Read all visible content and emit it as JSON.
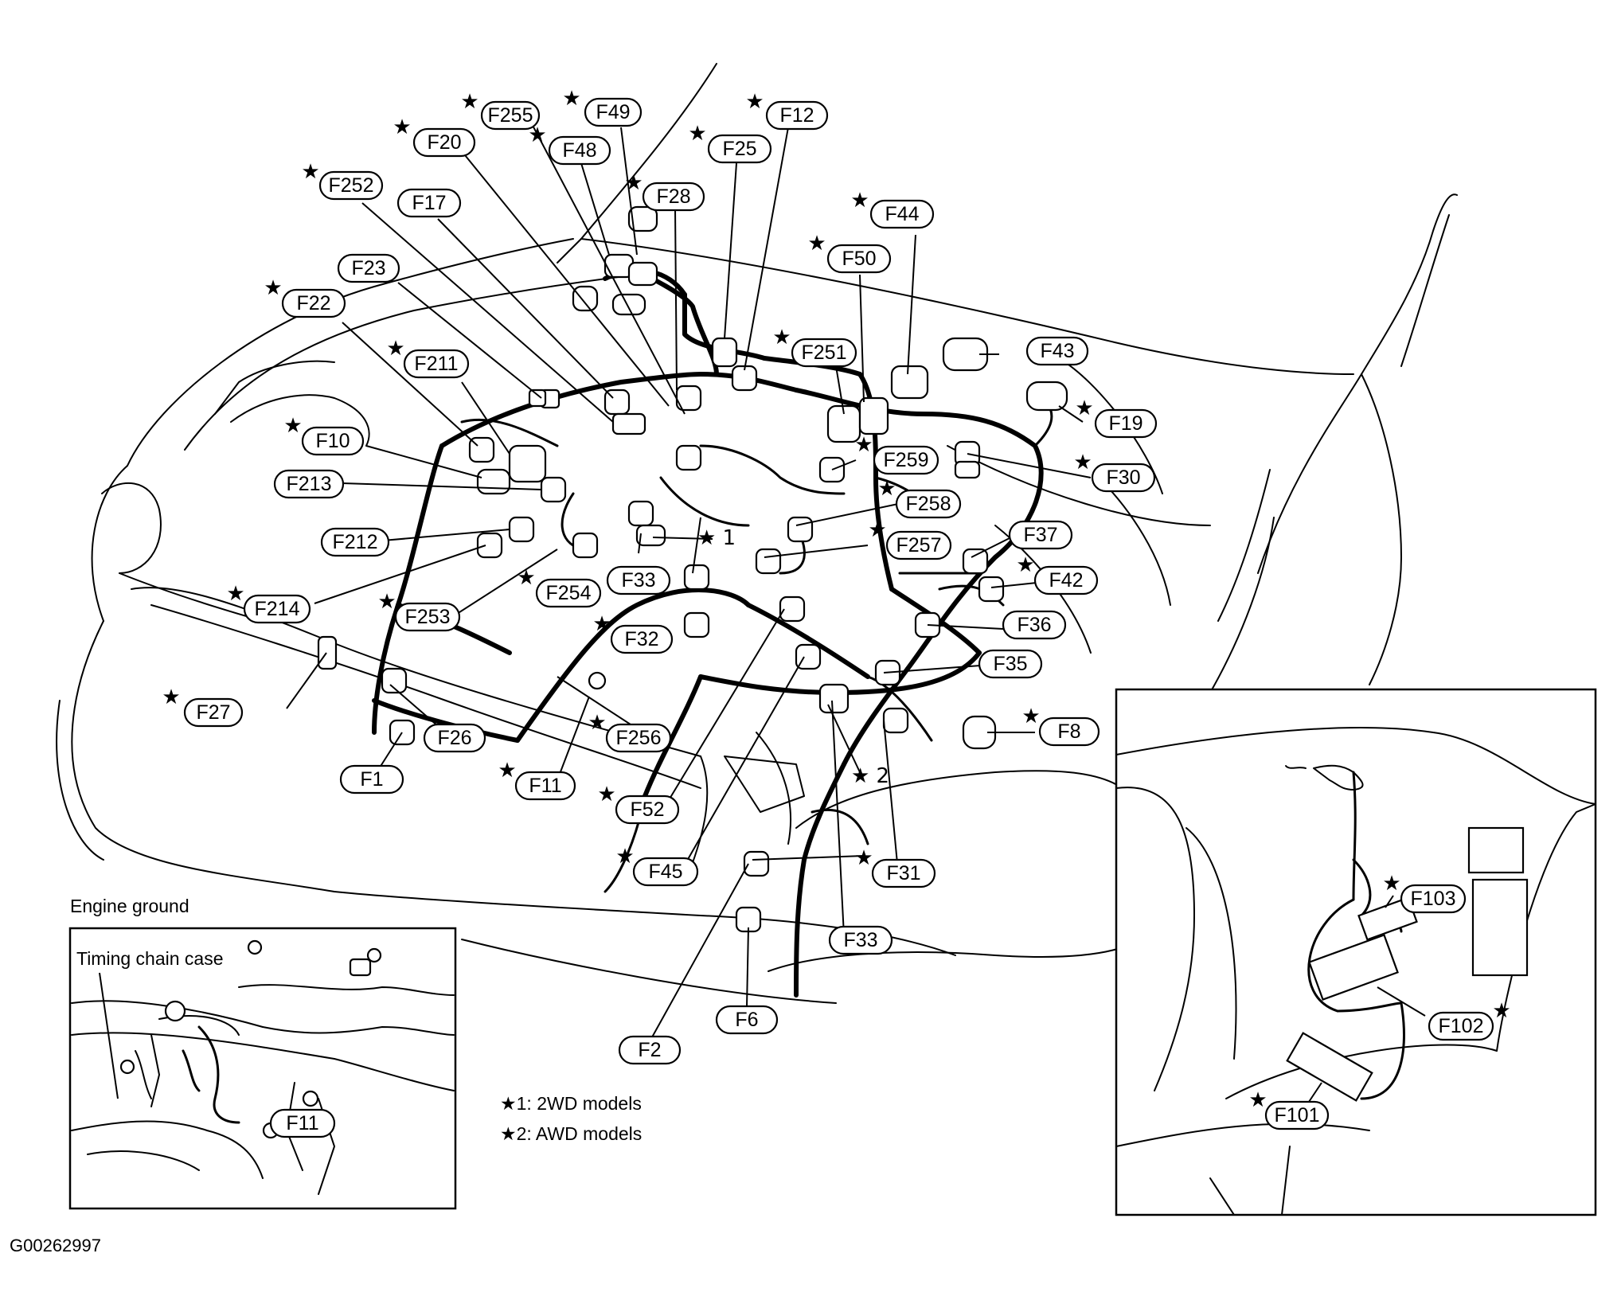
{
  "connectors": {
    "F255": {
      "text": "F255",
      "star": true
    },
    "F49": {
      "text": "F49",
      "star": true
    },
    "F12": {
      "text": "F12",
      "star": true
    },
    "F20": {
      "text": "F20",
      "star": true
    },
    "F48": {
      "text": "F48",
      "star": true
    },
    "F25": {
      "text": "F25",
      "star": true
    },
    "F252": {
      "text": "F252",
      "star": true
    },
    "F17": {
      "text": "F17",
      "star": false
    },
    "F28": {
      "text": "F28",
      "star": true
    },
    "F44": {
      "text": "F44",
      "star": true
    },
    "F23": {
      "text": "F23",
      "star": false
    },
    "F50": {
      "text": "F50",
      "star": true
    },
    "F22": {
      "text": "F22",
      "star": true
    },
    "F251": {
      "text": "F251",
      "star": true
    },
    "F43": {
      "text": "F43",
      "star": false
    },
    "F211": {
      "text": "F211",
      "star": true
    },
    "F19": {
      "text": "F19",
      "star": true
    },
    "F10": {
      "text": "F10",
      "star": true
    },
    "F259": {
      "text": "F259",
      "star": true
    },
    "F213": {
      "text": "F213",
      "star": false
    },
    "F30": {
      "text": "F30",
      "star": true
    },
    "F258": {
      "text": "F258",
      "star": true
    },
    "F212": {
      "text": "F212",
      "star": false
    },
    "F257": {
      "text": "F257",
      "star": true
    },
    "F37": {
      "text": "F37",
      "star": false
    },
    "F33a": {
      "text": "F33",
      "star": false
    },
    "F42": {
      "text": "F42",
      "star": true
    },
    "F254": {
      "text": "F254",
      "star": true
    },
    "F214": {
      "text": "F214",
      "star": true
    },
    "F253": {
      "text": "F253",
      "star": true
    },
    "F32": {
      "text": "F32",
      "star": true
    },
    "F36": {
      "text": "F36",
      "star": false
    },
    "F35": {
      "text": "F35",
      "star": false
    },
    "F27": {
      "text": "F27",
      "star": true
    },
    "F26": {
      "text": "F26",
      "star": false
    },
    "F256": {
      "text": "F256",
      "star": true
    },
    "F8": {
      "text": "F8",
      "star": true
    },
    "F1": {
      "text": "F1",
      "star": false
    },
    "F11": {
      "text": "F11",
      "star": true
    },
    "F52": {
      "text": "F52",
      "star": true
    },
    "F45": {
      "text": "F45",
      "star": true
    },
    "F31": {
      "text": "F31",
      "star": true
    },
    "F33b": {
      "text": "F33",
      "star": false
    },
    "F6": {
      "text": "F6",
      "star": false
    },
    "F2": {
      "text": "F2",
      "star": false
    },
    "F103": {
      "text": "F103",
      "star": true
    },
    "F102": {
      "text": "F102",
      "star": true
    },
    "F101": {
      "text": "F101",
      "star": true
    },
    "F11inset": {
      "text": "F11",
      "star": false
    }
  },
  "callouts": {
    "note1": "★ 1",
    "note2": "★ 2"
  },
  "legend": {
    "line1": "★1:  2WD  models",
    "line2": "★2:  AWD  models"
  },
  "inset_engine_ground": {
    "title": "Engine  ground",
    "sublabel": "Timing  chain  case"
  },
  "figure_id": "G00262997"
}
